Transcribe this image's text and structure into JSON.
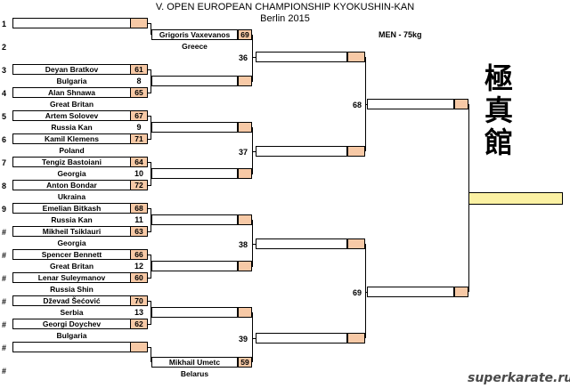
{
  "header": {
    "title": "V. OPEN EUROPEAN CHAMPIONSHIP KYOKUSHIN-KAN",
    "subtitle": "Berlin 2015",
    "category": "MEN - 75kg"
  },
  "seeds": [
    "1",
    "2",
    "3",
    "4",
    "5",
    "6",
    "7",
    "8",
    "9",
    "#",
    "#",
    "#",
    "#",
    "#",
    "#",
    "#"
  ],
  "round1": [
    {
      "top": {
        "name": "",
        "score": ""
      },
      "bottom": {
        "name": "Grigoris Vaxevanos",
        "score": "69"
      },
      "country": "Greece",
      "match": ""
    },
    {
      "top": {
        "name": "Deyan Bratkov",
        "score": "61"
      },
      "bottom": {
        "name": "Bulgaria",
        "score": "8"
      },
      "country": "",
      "match": ""
    },
    {
      "top": {
        "name": "Alan Shnawa",
        "score": "65"
      },
      "bottom": {
        "name": "Great Britan",
        "score": ""
      },
      "country": "",
      "match": ""
    },
    {
      "top": {
        "name": "Artem Solovev",
        "score": "67"
      },
      "bottom": {
        "name": "Russia Kan",
        "score": "9"
      },
      "country": "",
      "match": ""
    },
    {
      "top": {
        "name": "Kamil  Klemens",
        "score": "71"
      },
      "bottom": {
        "name": "Poland",
        "score": ""
      },
      "country": "",
      "match": ""
    },
    {
      "top": {
        "name": "Tengiz Bastoiani",
        "score": "64"
      },
      "bottom": {
        "name": "Georgia",
        "score": "10"
      },
      "country": "",
      "match": ""
    },
    {
      "top": {
        "name": "Anton Bondar",
        "score": "72"
      },
      "bottom": {
        "name": "Ukraina",
        "score": ""
      },
      "country": "",
      "match": ""
    },
    {
      "top": {
        "name": "Emelian Bitkash",
        "score": "68"
      },
      "bottom": {
        "name": "Russia Kan",
        "score": "11"
      },
      "country": "",
      "match": ""
    },
    {
      "top": {
        "name": "Mikheil  Tsiklauri",
        "score": "63"
      },
      "bottom": {
        "name": "Georgia",
        "score": ""
      },
      "country": "",
      "match": ""
    },
    {
      "top": {
        "name": "Spencer Bennett",
        "score": "66"
      },
      "bottom": {
        "name": "Great Britan",
        "score": "12"
      },
      "country": "",
      "match": ""
    },
    {
      "top": {
        "name": "Lenar Suleymanov",
        "score": "60"
      },
      "bottom": {
        "name": "Russia Shin",
        "score": ""
      },
      "country": "",
      "match": ""
    },
    {
      "top": {
        "name": "Dževad Šećović",
        "score": "70"
      },
      "bottom": {
        "name": "Serbia",
        "score": "13"
      },
      "country": "",
      "match": ""
    },
    {
      "top": {
        "name": "Georgi Doychev",
        "score": "62"
      },
      "bottom": {
        "name": "Bulgaria",
        "score": ""
      },
      "country": "",
      "match": ""
    },
    {
      "top": {
        "name": "",
        "score": ""
      },
      "bottom": {
        "name": "Mikhail  Umetc",
        "score": "59"
      },
      "country": "Belarus",
      "match": ""
    }
  ],
  "r2": [
    {
      "num": "36"
    },
    {
      "num": ""
    },
    {
      "num": "37"
    },
    {
      "num": ""
    },
    {
      "num": "38"
    },
    {
      "num": ""
    },
    {
      "num": "39"
    },
    {
      "num": ""
    }
  ],
  "r3": [
    {
      "num": "68"
    },
    {
      "num": "69"
    }
  ],
  "watermark": "superkarate.ru",
  "logo_chars": [
    "極",
    "真",
    "館"
  ]
}
